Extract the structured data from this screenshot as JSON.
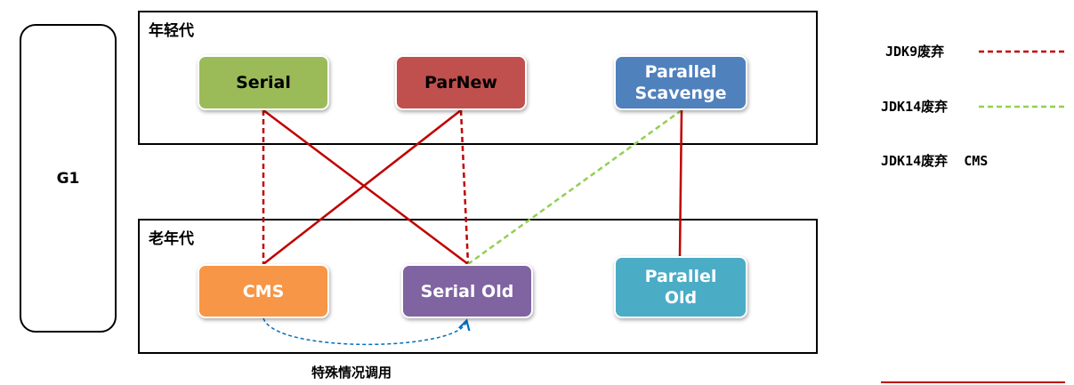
{
  "g1_label": "G1",
  "young_gen": {
    "title": "年轻代"
  },
  "old_gen": {
    "title": "老年代"
  },
  "nodes": {
    "serial": {
      "label": "Serial",
      "color": "#9BBB59"
    },
    "parnew": {
      "label": "ParNew",
      "color": "#C0504D"
    },
    "parallel_scavenge": {
      "label": "Parallel\nScavenge",
      "color": "#4F81BD"
    },
    "cms": {
      "label": "CMS",
      "color": "#F79646"
    },
    "serial_old": {
      "label": "Serial Old",
      "color": "#8064A2"
    },
    "parallel_old": {
      "label": "Parallel\nOld",
      "color": "#4BACC6"
    }
  },
  "legend": [
    {
      "label": "JDK9废弃",
      "style": "dashed",
      "color": "#C00000"
    },
    {
      "label": "JDK14废弃",
      "style": "dashed",
      "color": "#92D050"
    },
    {
      "label": "JDK14废弃  CMS",
      "style": "none",
      "color": ""
    }
  ],
  "special_note": "特殊情况调用",
  "colors": {
    "solid_line": "#C00000",
    "deprecated_jdk9": "#C00000",
    "deprecated_jdk14": "#92D050",
    "special_call": "#0070C0"
  }
}
